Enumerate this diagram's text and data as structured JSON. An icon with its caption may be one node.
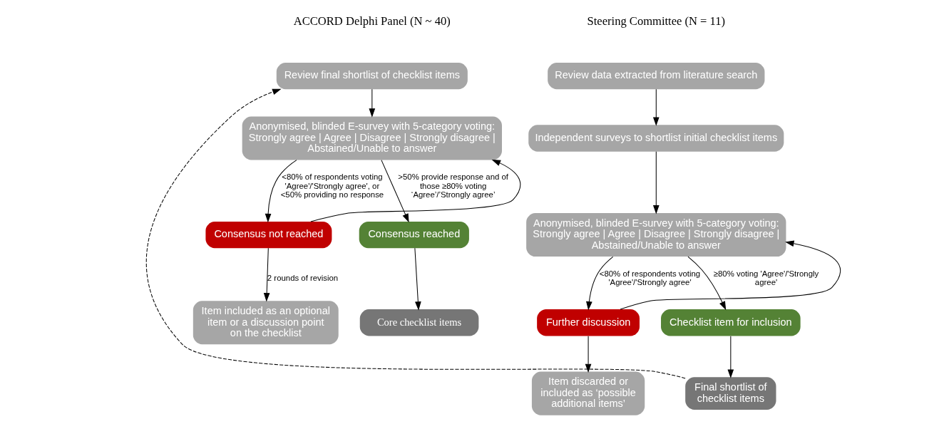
{
  "diagram": {
    "nodes": [
      {
        "text": [
          "Review data extracted from literature search"
        ]
      },
      {
        "text": [
          "Independent surveys to shortlist initial checklist items"
        ]
      },
      {
        "text": [
          "Anonymised, blinded E-survey with 5-category voting: Strongly agree | Agree | Disagree | Strongly disagree | Abstained/Unable to answer"
        ]
      },
      {
        "text": [
          "Further discussion"
        ]
      },
      {
        "text": [
          "Checklist item for inclusion"
        ]
      },
      {
        "text": [
          "Item discarded or included as ‘possible additional items’"
        ]
      },
      {
        "text": [
          "Final shortlist of checklist items"
        ]
      },
      {
        "text": [
          "Review final shortlist of checklist items"
        ]
      },
      {
        "text": [
          "Anonymised, blinded E-survey with 5-category voting: Strongly agree | Agree | Disagree | Strongly disagree | Abstained/Unable to answer"
        ]
      },
      {
        "text": [
          "Consensus not reached"
        ]
      },
      {
        "text": [
          "Consensus reached"
        ]
      },
      {
        "text": [
          "Item included as an optional item or a discussion point on the checklist"
        ]
      },
      {
        "text": [
          "Core checklist items"
        ]
      }
    ],
    "edges": [
      {
        "from": 0,
        "to": 1,
        "arrow": "to"
      },
      {
        "from": 1,
        "to": 2,
        "arrow": "to"
      },
      {
        "from": 2,
        "to": 3,
        "arrow": "to",
        "label": "<80% of respondents voting 'Agree'/'Strongly agree'"
      },
      {
        "from": 2,
        "to": 4,
        "arrow": "to",
        "label": "≥80% voting 'Agree'/'Strongly agree'"
      },
      {
        "from": 3,
        "to": 2,
        "arrow": "to"
      },
      {
        "from": 3,
        "to": 5,
        "arrow": "to"
      },
      {
        "from": 4,
        "to": 6,
        "arrow": "to"
      },
      {
        "from": 6,
        "to": 7,
        "arrow": "to",
        "style": "dashed"
      },
      {
        "from": 7,
        "to": 8,
        "arrow": "to"
      },
      {
        "from": 8,
        "to": 9,
        "arrow": "to",
        "label": "<80% of respondents voting 'Agree'/'Strongly agree', or <50% providing no response"
      },
      {
        "from": 8,
        "to": 10,
        "arrow": "to",
        "label": ">50% provide response and of those ≥80% voting ‘Agree’/’Strongly agree’"
      },
      {
        "from": 9,
        "to": 8,
        "arrow": "to"
      },
      {
        "from": 9,
        "to": 11,
        "arrow": "to",
        "label": "2 rounds of revision"
      },
      {
        "from": 10,
        "to": 12,
        "arrow": "to"
      }
    ],
    "labels": [
      "Steering Committee (N = 11)",
      "ACCORD Delphi Panel (N ~ 40)"
    ]
  }
}
